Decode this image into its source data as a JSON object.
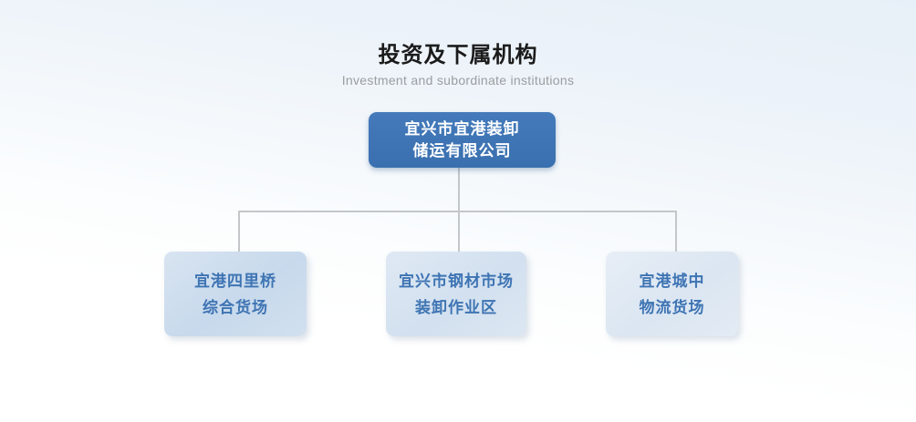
{
  "page": {
    "title": "投资及下属机构",
    "subtitle": "Investment and subordinate institutions"
  },
  "org": {
    "root": {
      "line1": "宜兴市宜港装卸",
      "line2": "储运有限公司"
    },
    "children": [
      {
        "line1": "宜港四里桥",
        "line2": "综合货场"
      },
      {
        "line1": "宜兴市钢材市场",
        "line2": "装卸作业区"
      },
      {
        "line1": "宜港城中",
        "line2": "物流货场"
      }
    ]
  },
  "colors": {
    "root_box": "#3d74b5",
    "child_box_1": "#cbdcee",
    "child_box_2": "#d6e3f1",
    "child_box_3": "#e0eaf4",
    "node_text_blue": "#3e74b3",
    "connector_gray": "#c4c7c9",
    "subtitle_gray": "#9b9da0",
    "background_top": "#e9f1f8"
  }
}
